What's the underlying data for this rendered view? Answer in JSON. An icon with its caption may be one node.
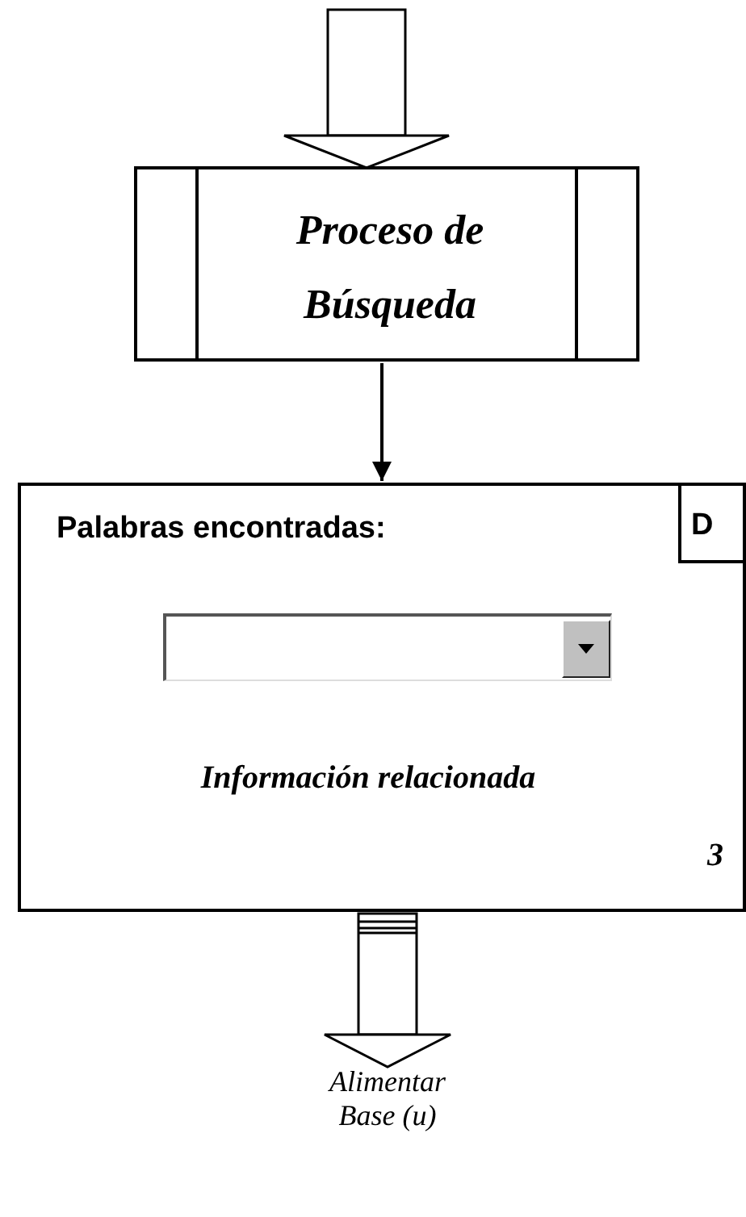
{
  "diagram": {
    "nodes": [
      {
        "text": [
          "Proceso de Búsqueda"
        ]
      },
      {
        "text": [
          "Palabras encontradas:",
          "Información relacionada",
          "3"
        ]
      },
      {
        "text": [
          "D"
        ],
        "in": 1
      },
      {
        "text": [
          "Alimentar Base (u)"
        ]
      }
    ],
    "edges": [
      {
        "from": null,
        "to": 0,
        "arrow": "to"
      },
      {
        "from": 0,
        "to": 1,
        "arrow": "to"
      },
      {
        "from": 1,
        "to": 3,
        "arrow": "to"
      }
    ]
  }
}
